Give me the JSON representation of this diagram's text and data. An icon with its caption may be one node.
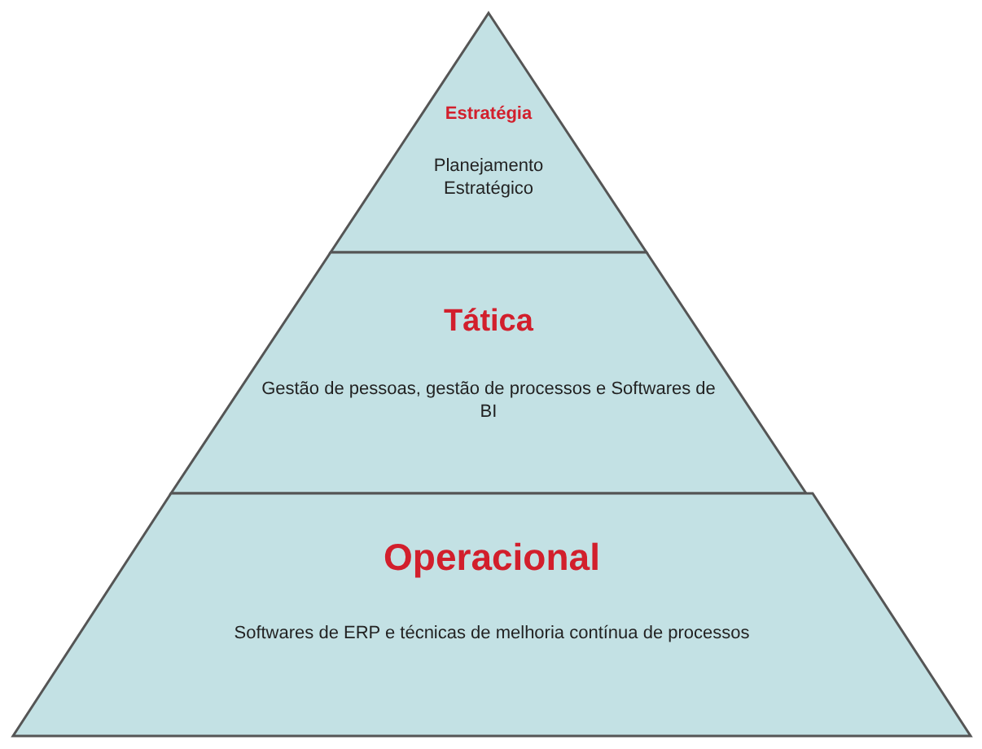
{
  "diagram": {
    "nodes": [
      {
        "text": [
          "Estratégia",
          "Planejamento Estratégico"
        ]
      },
      {
        "text": [
          "Tática",
          "Gestão de pessoas, gestão de processos e Softwares de BI"
        ]
      },
      {
        "text": [
          "Operacional",
          "Softwares de ERP e técnicas de melhoria contínua de processos"
        ]
      }
    ],
    "edges": []
  }
}
